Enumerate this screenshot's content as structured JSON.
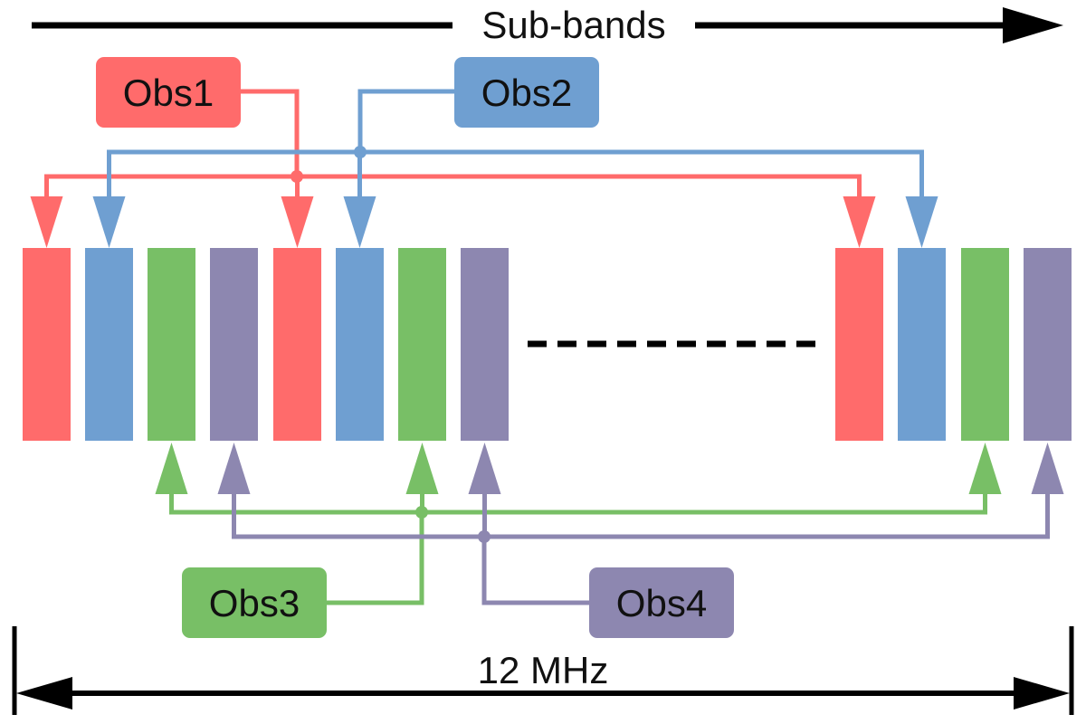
{
  "title": "Sub-bands",
  "bandwidth_label": "12 MHz",
  "colors": {
    "obs1": "#ff6b6b",
    "obs2": "#6f9fd1",
    "obs3": "#78bf66",
    "obs4": "#8d87b0",
    "axis": "#000000"
  },
  "observations": [
    {
      "id": "obs1",
      "label": "Obs1"
    },
    {
      "id": "obs2",
      "label": "Obs2"
    },
    {
      "id": "obs3",
      "label": "Obs3"
    },
    {
      "id": "obs4",
      "label": "Obs4"
    }
  ],
  "subbands_left": [
    "obs1",
    "obs2",
    "obs3",
    "obs4",
    "obs1",
    "obs2",
    "obs3",
    "obs4"
  ],
  "subbands_right": [
    "obs1",
    "obs2",
    "obs3",
    "obs4"
  ],
  "continuation_marker": "dashed-ellipsis"
}
